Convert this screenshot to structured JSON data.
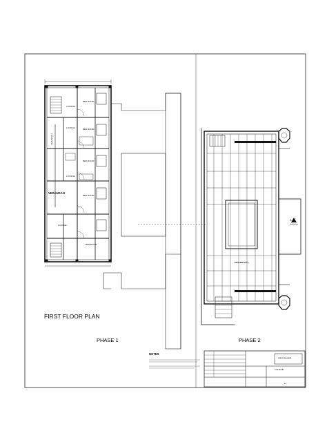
{
  "drawing": {
    "plan_title": "FIRST FLOOR PLAN",
    "phase_1": "PHASE 1",
    "phase_2": "PHASE 2",
    "notes_heading": "NOTES",
    "rooms": {
      "lounge_1": "LOUNGE",
      "bedroom_1": "BED ROOM",
      "lounge_2": "LOUNGE",
      "bedroom_2": "BED ROOM",
      "bedroom_3": "BED ROOM",
      "verandah": "VERANDAH",
      "lounge_3": "LOUNGE",
      "bedroom_4": "BED ROOM",
      "lounge_4": "LOUNGE",
      "bedroom_5": "BED ROOM",
      "prayer_hall": "PRAYER HALL",
      "verandah_side": "VERANDAH"
    },
    "grid_mark": "A",
    "title_block": {
      "company": "FEROZ BUILDERS",
      "project": "1234 MASJID",
      "sheet_label": "A-1"
    }
  }
}
